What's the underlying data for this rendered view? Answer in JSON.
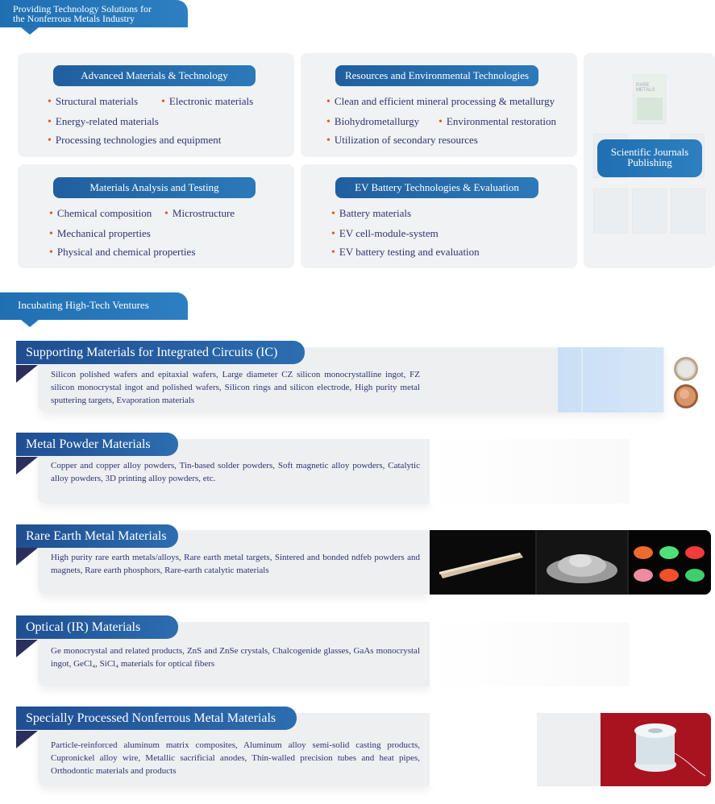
{
  "tabs": {
    "top_line1": "Providing Technology Solutions for",
    "top_line2": "the Nonferrous Metals Industry",
    "incubating": "Incubating High-Tech Ventures"
  },
  "cards": [
    {
      "title": "Advanced Materials & Technology",
      "items": [
        "Structural materials",
        "Electronic materials",
        "Energy-related materials",
        "Processing technologies and equipment"
      ]
    },
    {
      "title": "Resources and Environmental Technologies",
      "items": [
        "Clean and efficient mineral processing & metallurgy",
        "Biohydrometallurgy",
        "Environmental restoration",
        "Utilization of secondary resources"
      ]
    },
    {
      "title": "Materials Analysis and Testing",
      "items": [
        "Chemical composition",
        "Microstructure",
        "Mechanical properties",
        "Physical and chemical properties"
      ]
    },
    {
      "title": "EV Battery Technologies & Evaluation",
      "items": [
        "Battery materials",
        "EV cell-module-system",
        "EV battery testing and evaluation"
      ]
    }
  ],
  "journals": {
    "line1": "Scientific Journals",
    "line2": "Publishing",
    "cover_title": "RARE METALS"
  },
  "ventures": [
    {
      "title": "Supporting Materials for Integrated Circuits (IC)",
      "desc": "Silicon polished wafers and epitaxial wafers, Large diameter CZ silicon monocrystalline ingot, FZ silicon monocrystal ingot and polished wafers, Silicon rings and silicon electrode, High purity metal sputtering targets, Evaporation materials"
    },
    {
      "title": "Metal Powder Materials",
      "desc": "Copper and copper alloy powders, Tin-based solder powders, Soft magnetic alloy powders, Catalytic alloy powders, 3D printing alloy powders, etc."
    },
    {
      "title": "Rare Earth Metal Materials",
      "desc": "High purity rare earth metals/alloys, Rare earth metal targets, Sintered and bonded ndfeb powders and magnets, Rare earth phosphors, Rare-earth catalytic materials"
    },
    {
      "title": "Optical (IR) Materials",
      "desc": "Ge monocrystal and related products, ZnS and ZnSe crystals, Chalcogenide glasses, GaAs monocrystal ingot, GeCl₄, SiCl₄ materials for optical fibers"
    },
    {
      "title": "Specially Processed Nonferrous Metal Materials",
      "desc": "Particle-reinforced aluminum matrix composites, Aluminum alloy semi-solid casting products, Cupronickel alloy wire, Metallic sacrificial anodes, Thin-walled precision tubes and heat pipes, Orthodontic materials and products"
    }
  ],
  "colors": {
    "accent": "#2574b8",
    "bullet": "#e0571f",
    "text": "#2f3470"
  }
}
